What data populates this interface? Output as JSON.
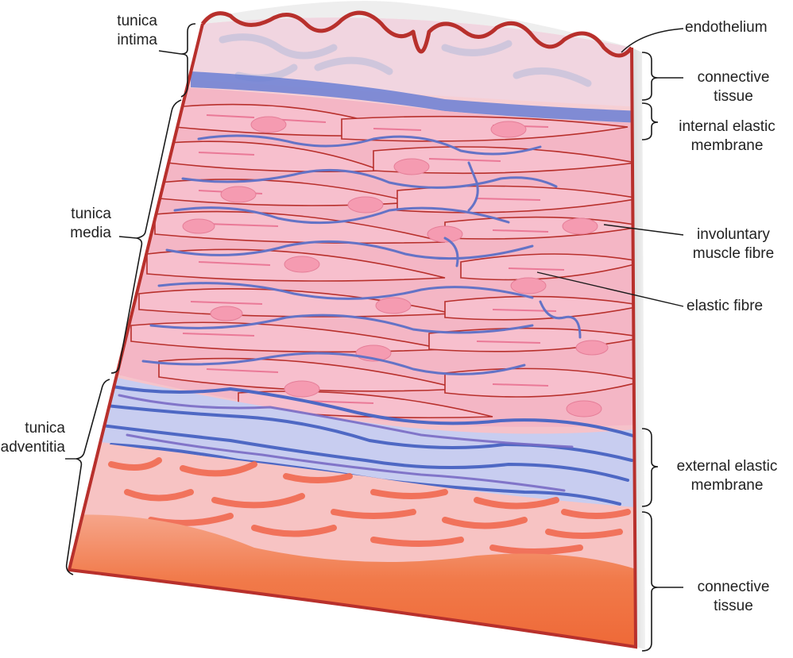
{
  "labels": {
    "tunica_intima": [
      "tunica",
      "intima"
    ],
    "tunica_media": [
      "tunica",
      "media"
    ],
    "tunica_adventitia": [
      "tunica",
      "adventitia"
    ],
    "endothelium": "endothelium",
    "connective_tissue_top": [
      "connective",
      "tissue"
    ],
    "internal_elastic_membrane": [
      "internal elastic",
      "membrane"
    ],
    "involuntary_muscle_fibre": [
      "involuntary",
      "muscle fibre"
    ],
    "elastic_fibre": "elastic fibre",
    "external_elastic_membrane": [
      "external elastic",
      "membrane"
    ],
    "connective_tissue_bottom": [
      "connective",
      "tissue"
    ]
  },
  "colors": {
    "endothelium": "#c0392b",
    "intima_fill": "#f3d3de",
    "muscle_fill": "#f5b3c4",
    "muscle_outline": "#c0392b",
    "nucleus": "#f7a6b8",
    "elastic_fibre": "#5b6fc8",
    "adventitia_pink": "#f7c9cd",
    "connective_orange": "#ef6a3c"
  }
}
